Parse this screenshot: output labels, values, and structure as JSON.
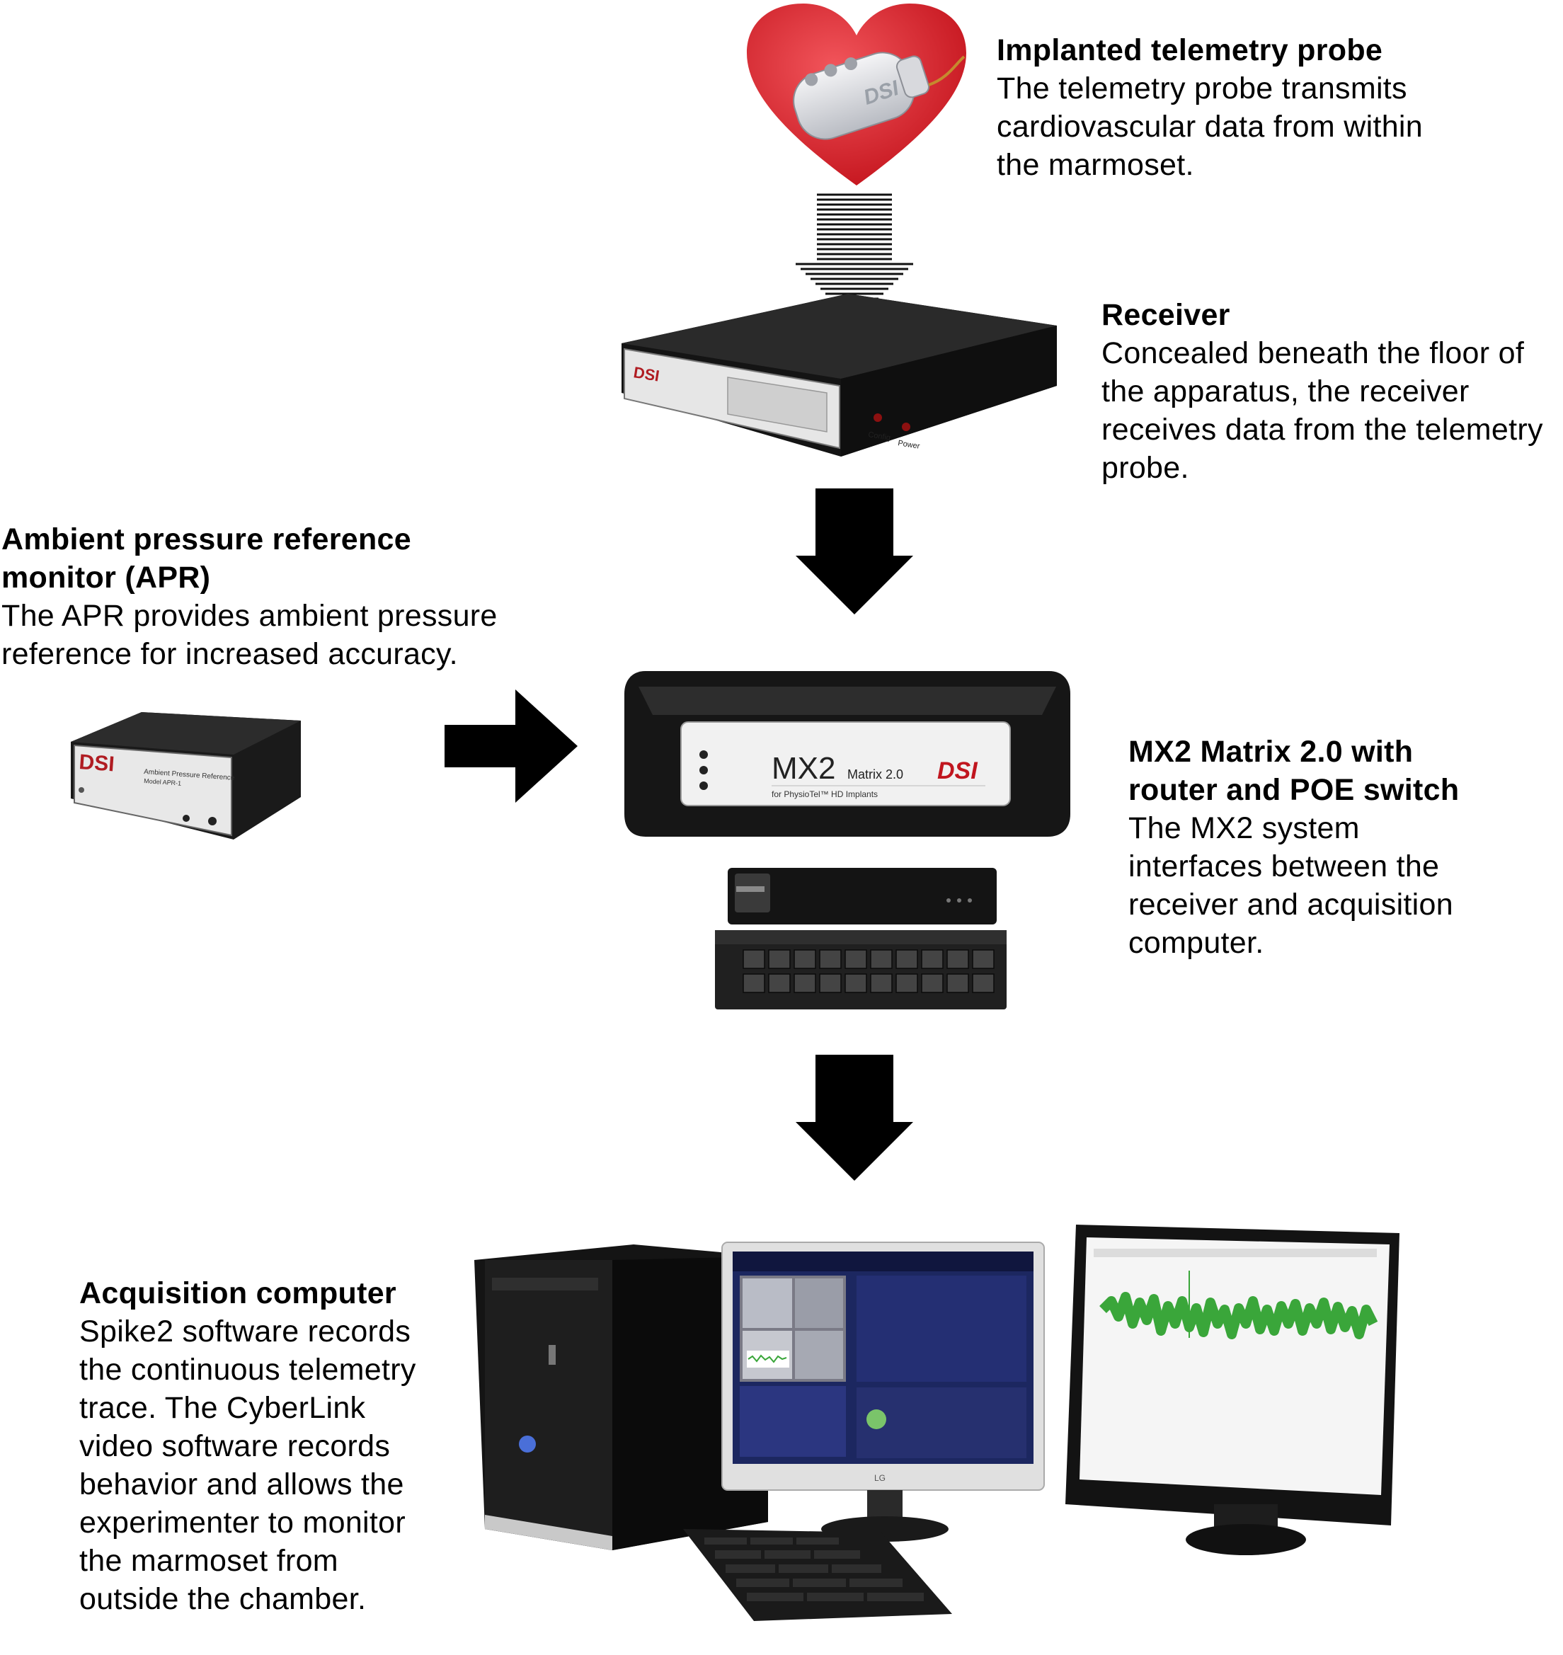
{
  "probe": {
    "title": "Implanted telemetry probe",
    "body": "The telemetry probe transmits\ncardiovascular data from within\nthe marmoset.",
    "logo": "DSI"
  },
  "receiver": {
    "title": "Receiver",
    "body": "Concealed beneath the floor of\nthe apparatus, the receiver\nreceives data from the telemetry\nprobe.",
    "logo": "DSI",
    "led_labels": [
      "Config",
      "Power"
    ]
  },
  "apr": {
    "title": "Ambient pressure reference\nmonitor (APR)",
    "body": "The APR provides ambient pressure\nreference for increased accuracy.",
    "logo": "DSI",
    "panel_text": [
      "Ambient Pressure Reference",
      "Model APR-1"
    ]
  },
  "mx2": {
    "title": "MX2 Matrix 2.0 with\nrouter and POE switch",
    "body": "The MX2 system\ninterfaces between the\nreceiver and acquisition\ncomputer.",
    "brand_main": "MX2",
    "brand_sub": "Matrix 2.0",
    "brand_logo": "DSI",
    "brand_tag": "for PhysioTel™ HD Implants"
  },
  "computer": {
    "title": "Acquisition computer",
    "body": "Spike2 software records\nthe continuous telemetry\ntrace. The CyberLink\nvideo software records\nbehavior and allows the\nexperimenter to monitor\nthe marmoset from\noutside the chamber.",
    "monitor_brand": "LG"
  },
  "colors": {
    "heart": "#e0212a",
    "trace": "#3aa63a",
    "arrow": "#000000",
    "device_dark": "#1c1c1c",
    "panel_light": "#e9e9e9"
  }
}
